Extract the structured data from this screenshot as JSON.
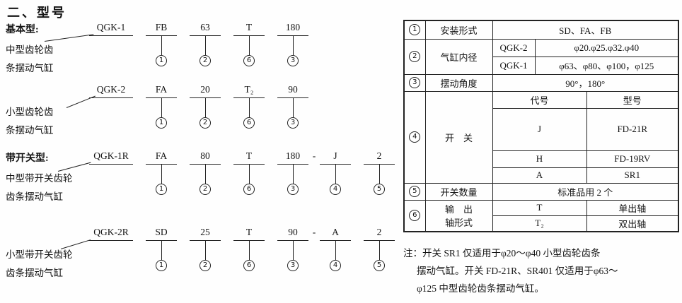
{
  "page": {
    "title": "二、型号"
  },
  "diagrams": [
    {
      "label_title": "基本型:",
      "label_lines": [
        "中型齿轮齿",
        "条摆动气缸"
      ],
      "model": "QGK-1",
      "segments": [
        {
          "code": "FB",
          "num": "1"
        },
        {
          "code": "63",
          "num": "2"
        },
        {
          "code": "T",
          "num": "6"
        },
        {
          "code": "180",
          "num": "3"
        }
      ]
    },
    {
      "label_title": "",
      "label_lines": [
        "小型齿轮齿",
        "条摆动气缸"
      ],
      "model": "QGK-2",
      "segments": [
        {
          "code": "FA",
          "num": "1"
        },
        {
          "code": "20",
          "num": "2"
        },
        {
          "code": "T₂",
          "num": "6"
        },
        {
          "code": "90",
          "num": "3"
        }
      ]
    },
    {
      "label_title": "带开关型:",
      "label_lines": [
        "中型带开关齿轮",
        "齿条摆动气缸"
      ],
      "model": "QGK-1R",
      "sep": "-",
      "segments": [
        {
          "code": "FA",
          "num": "1"
        },
        {
          "code": "80",
          "num": "2"
        },
        {
          "code": "T",
          "num": "6"
        },
        {
          "code": "180",
          "num": "3"
        },
        {
          "code": "J",
          "num": "4"
        },
        {
          "code": "2",
          "num": "5"
        }
      ]
    },
    {
      "label_title": "",
      "label_lines": [
        "小型带开关齿轮",
        "齿条摆动气缸"
      ],
      "model": "QGK-2R",
      "sep": "-",
      "segments": [
        {
          "code": "SD",
          "num": "1"
        },
        {
          "code": "25",
          "num": "2"
        },
        {
          "code": "T",
          "num": "6"
        },
        {
          "code": "90",
          "num": "3"
        },
        {
          "code": "A",
          "num": "4"
        },
        {
          "code": "2",
          "num": "5"
        }
      ]
    }
  ],
  "table": {
    "r1": {
      "num": "1",
      "label": "安装形式",
      "value": "SD、FA、FB"
    },
    "r2": {
      "num": "2",
      "label": "气缸内径",
      "sub0_k": "QGK-2",
      "sub0_v": "φ20.φ25.φ32.φ40",
      "sub1_k": "QGK-1",
      "sub1_v": "φ63、φ80、φ100，φ125"
    },
    "r3": {
      "num": "3",
      "label": "摆动角度",
      "value": "90°，180°"
    },
    "r4": {
      "num": "4",
      "label": "开　关",
      "head_k": "代号",
      "head_v": "型号",
      "sub0_k": "J",
      "sub0_v": "FD-21R",
      "sub1_k": "H",
      "sub1_v": "FD-19RV",
      "sub2_k": "A",
      "sub2_v": "SR1"
    },
    "r5": {
      "num": "5",
      "label": "开关数量",
      "value": "标准品用 2 个"
    },
    "r6": {
      "num": "6",
      "label": "输　出\n轴形式",
      "sub0_k": "T",
      "sub0_v": "单出轴",
      "sub1_k": "T₂",
      "sub1_v": "双出轴"
    }
  },
  "note": "注：开关 SR1 仅适用于φ20～φ40 小型齿轮齿条\n摆动气缸。开关 FD-21R、SR401 仅适用于φ63～\nφ125 中型齿轮齿条摆动气缸。"
}
